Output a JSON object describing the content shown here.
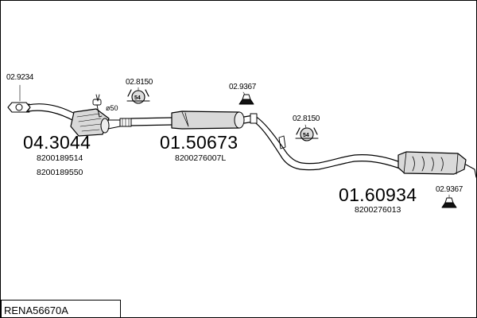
{
  "reference": "RENA56670A",
  "parts": [
    {
      "part_no": "04.3044",
      "oem": [
        "8200189514",
        "8200189550"
      ]
    },
    {
      "part_no": "01.50673",
      "oem": [
        "8200276007L"
      ]
    },
    {
      "part_no": "01.60934",
      "oem": [
        "8200276013"
      ]
    }
  ],
  "fittings": [
    {
      "code": "02.9234",
      "icon": "flange-gasket-icon"
    },
    {
      "code": "02.8150",
      "icon": "rubber-mount-icon",
      "badge": "54"
    },
    {
      "code": "02.9367",
      "icon": "clamp-bracket-icon"
    },
    {
      "code": "02.8150",
      "icon": "rubber-mount-icon",
      "badge": "54"
    },
    {
      "code": "02.9367",
      "icon": "clamp-bracket-icon"
    }
  ],
  "pipe_diameter": "ø50"
}
